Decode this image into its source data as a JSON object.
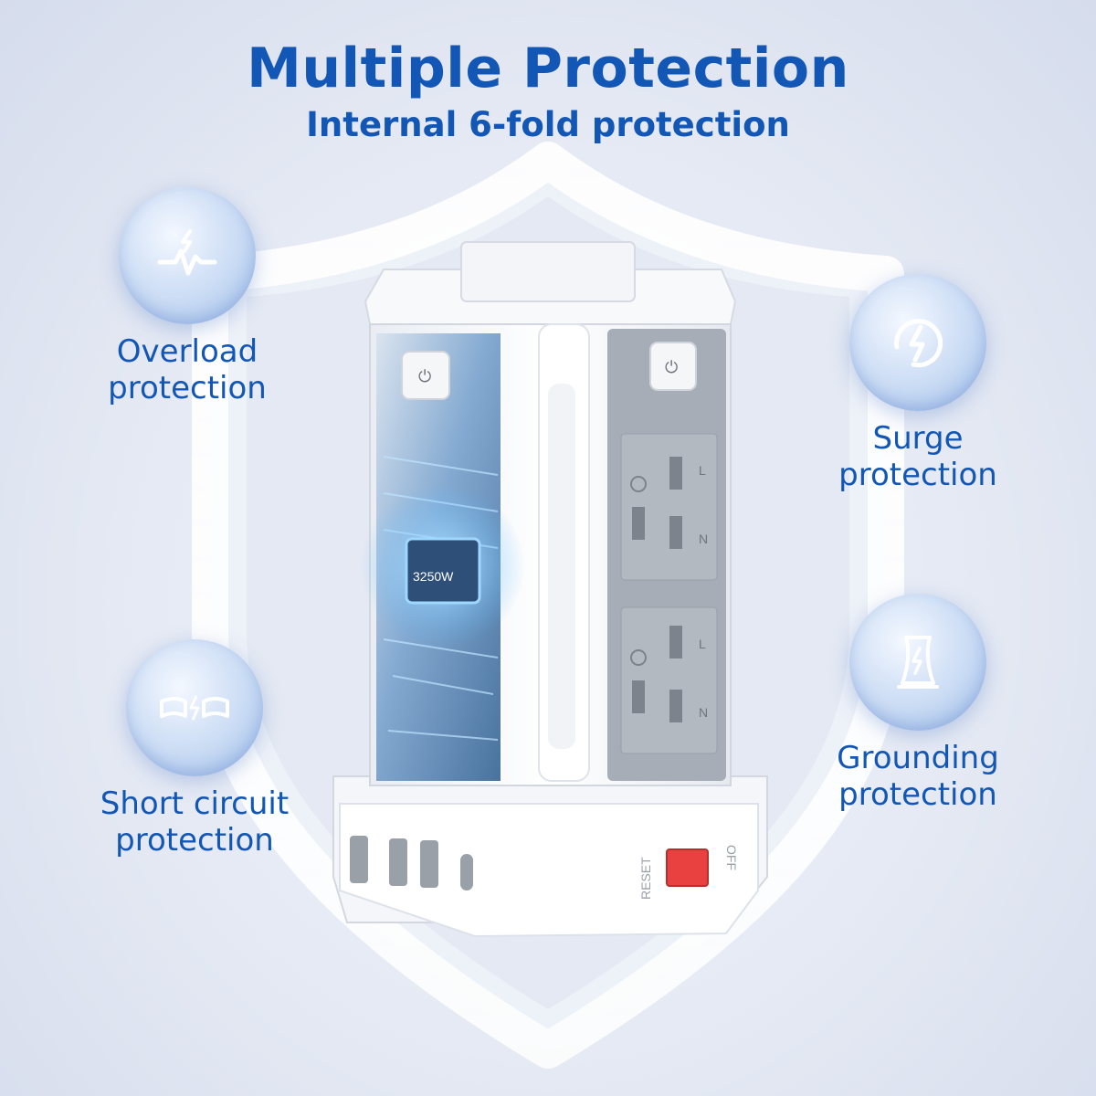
{
  "header": {
    "title": "Multiple Protection",
    "subtitle": "Internal 6-fold protection"
  },
  "features": [
    {
      "line1": "Overload",
      "line2": "protection",
      "icon": "overload-icon"
    },
    {
      "line1": "Surge",
      "line2": "protection",
      "icon": "surge-icon"
    },
    {
      "line1": "Short circuit",
      "line2": "protection",
      "icon": "short-circuit-icon"
    },
    {
      "line1": "Grounding",
      "line2": "protection",
      "icon": "grounding-icon"
    }
  ],
  "product": {
    "chip_label": "3250W",
    "reset_label": "RESET",
    "off_label": "OFF",
    "socket_marks": [
      "L",
      "N"
    ]
  },
  "colors": {
    "accent": "#1357b6",
    "switch": "#e8413f",
    "panel_gray": "#a7adb6"
  }
}
